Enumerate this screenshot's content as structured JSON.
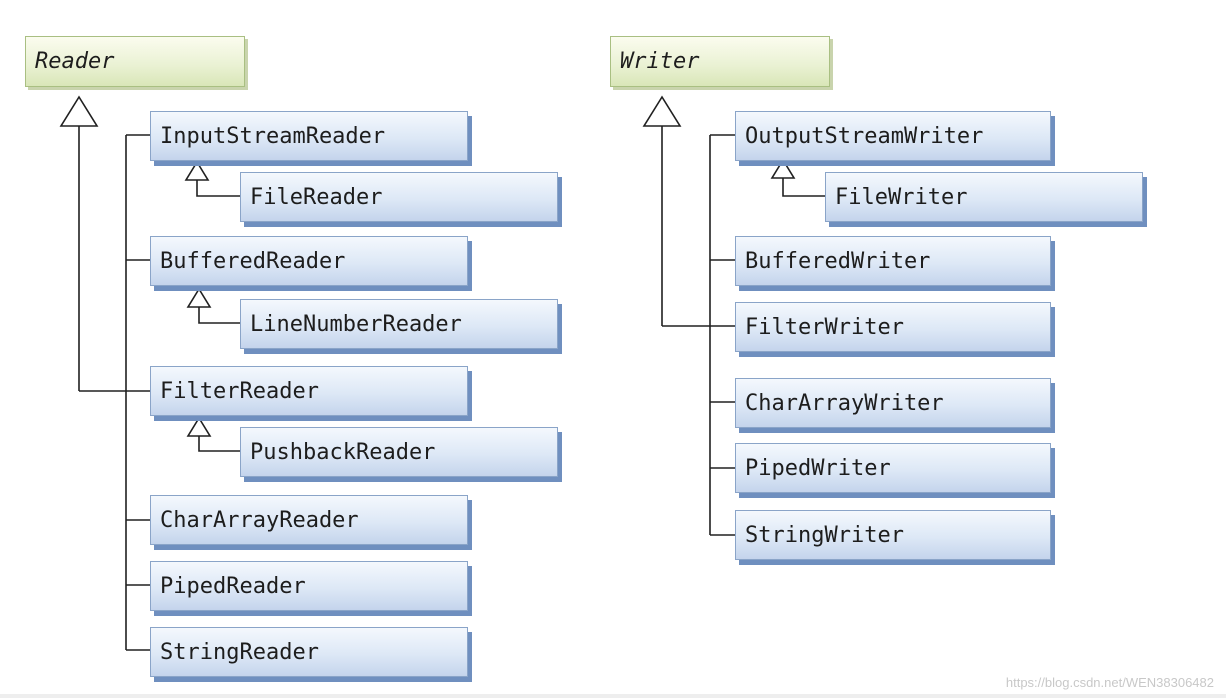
{
  "reader": {
    "root": "Reader",
    "classes": [
      "InputStreamReader",
      "FileReader",
      "BufferedReader",
      "LineNumberReader",
      "FilterReader",
      "PushbackReader",
      "CharArrayReader",
      "PipedReader",
      "StringReader"
    ]
  },
  "writer": {
    "root": "Writer",
    "classes": [
      "OutputStreamWriter",
      "FileWriter",
      "BufferedWriter",
      "FilterWriter",
      "CharArrayWriter",
      "PipedWriter",
      "StringWriter"
    ]
  },
  "watermark": "https://blog.csdn.net/WEN38306482"
}
